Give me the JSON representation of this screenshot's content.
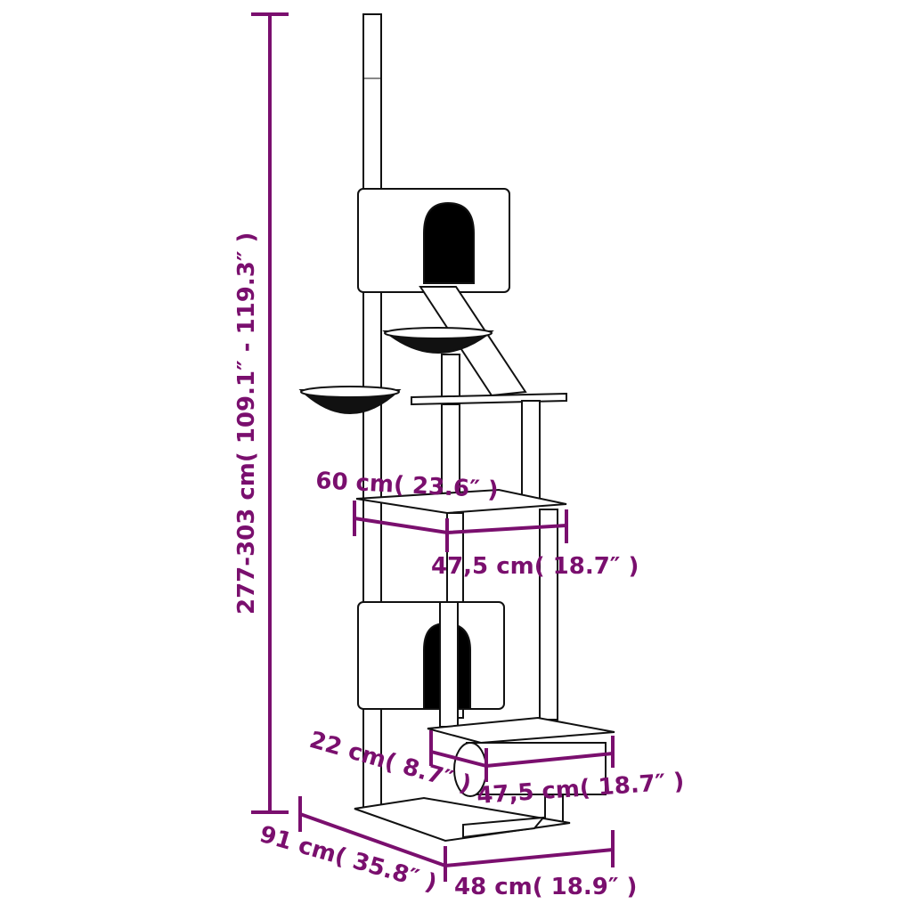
{
  "diagram": {
    "subject": "cat tree with floor-to-ceiling pole",
    "accent_color": "#7a0f6e",
    "line_color": "#111111",
    "dimensions": {
      "height": "277-303 cm( 109.1″ - 119.3″ )",
      "platform_width": "60 cm( 23.6″ )",
      "platform_depth": "47,5 cm( 18.7″ )",
      "lower_platform_depth_small": "22 cm( 8.7″ )",
      "lower_platform_width": "47,5 cm( 18.7″ )",
      "base_length": "91 cm( 35.8″ )",
      "base_width": "48 cm( 18.9″ )"
    }
  }
}
